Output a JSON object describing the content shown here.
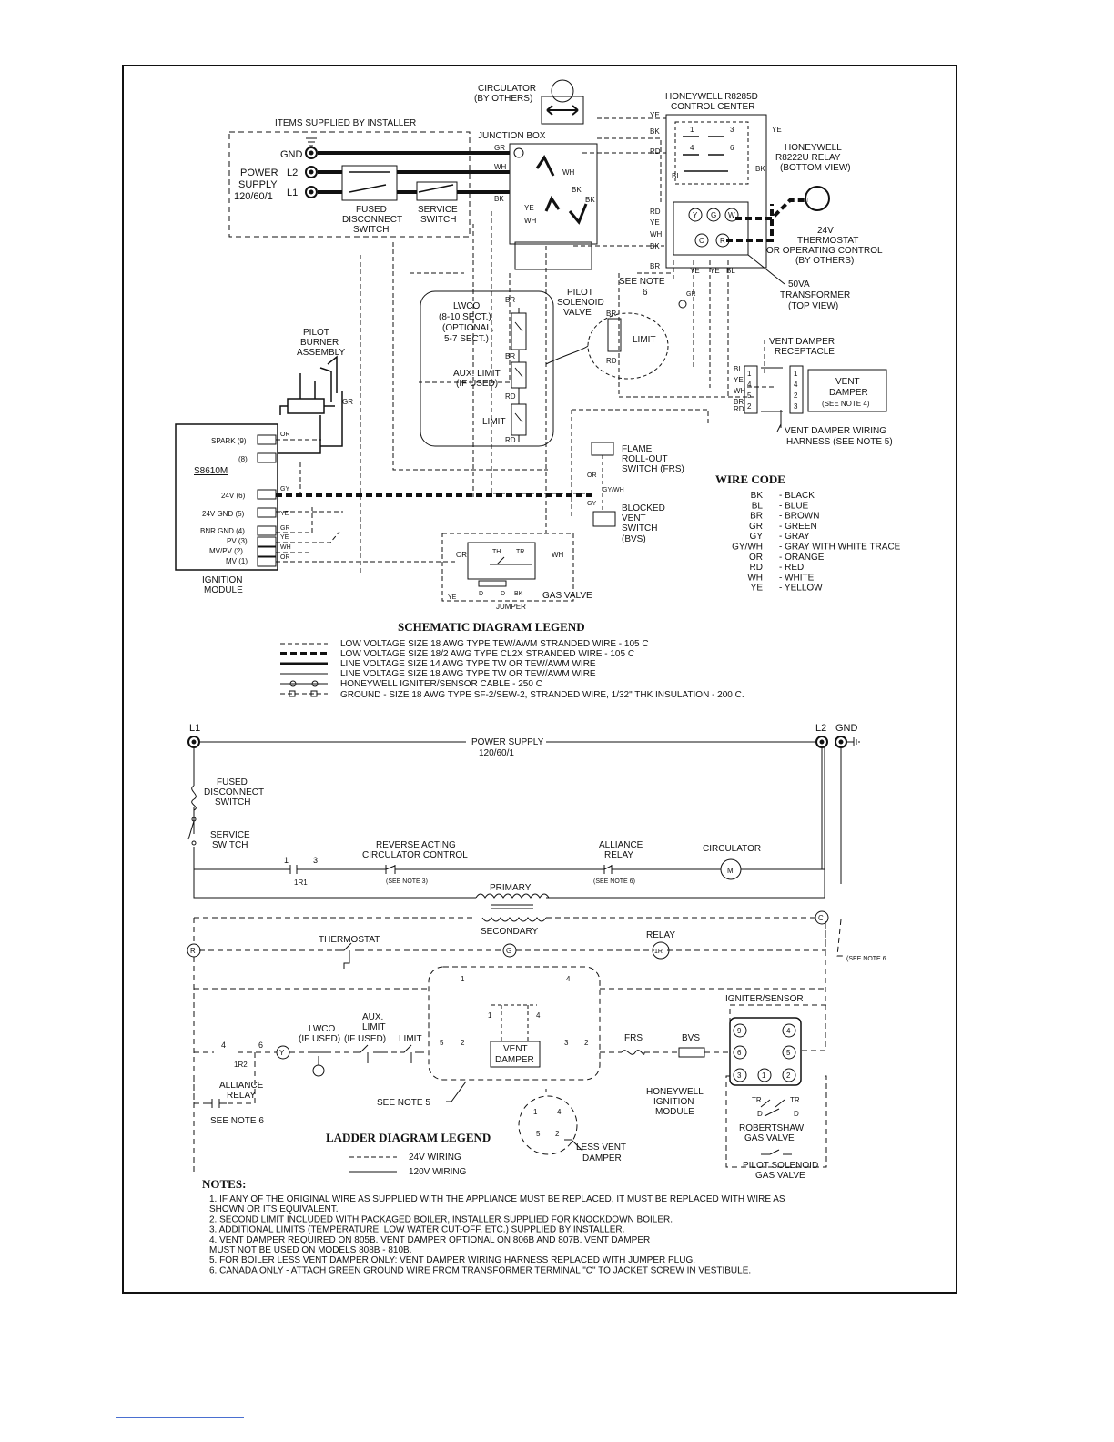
{
  "schematic": {
    "circulator": [
      "CIRCULATOR",
      "(BY OTHERS)"
    ],
    "items_supplied": "ITEMS SUPPLIED BY INSTALLER",
    "junction_box": "JUNCTION BOX",
    "control_center": [
      "HONEYWELL R8285D",
      "CONTROL CENTER"
    ],
    "relay": [
      "HONEYWELL",
      "R8222U RELAY",
      "(BOTTOM VIEW)"
    ],
    "power_supply": [
      "POWER",
      "SUPPLY",
      "120/60/1"
    ],
    "gnd": "GND",
    "l2": "L2",
    "l1": "L1",
    "fused": [
      "FUSED",
      "DISCONNECT",
      "SWITCH"
    ],
    "service": [
      "SERVICE",
      "SWITCH"
    ],
    "thermostat": [
      "24V",
      "THERMOSTAT",
      "OR OPERATING CONTROL",
      "(BY OTHERS)"
    ],
    "transformer": [
      "50VA",
      "TRANSFORMER",
      "(TOP VIEW)"
    ],
    "pilot_valve": [
      "PILOT",
      "SOLENOID",
      "VALVE"
    ],
    "see_note_6": [
      "SEE NOTE",
      "6"
    ],
    "pilot_burner": [
      "PILOT",
      "BURNER",
      "ASSEMBLY"
    ],
    "lwco": [
      "LWCO",
      "(8-10 SECT.)",
      "(OPTIONAL,",
      "5-7 SECT.)"
    ],
    "aux_limit": [
      "AUX. LIMIT",
      "(IF USED)"
    ],
    "limit": "LIMIT",
    "vent_receptacle": [
      "VENT DAMPER",
      "RECEPTACLE"
    ],
    "vent_damper": [
      "VENT",
      "DAMPER",
      "(SEE NOTE 4)"
    ],
    "harness": [
      "VENT DAMPER WIRING",
      "HARNESS (SEE NOTE 5)"
    ],
    "frs": [
      "FLAME",
      "ROLL-OUT",
      "SWITCH (FRS)"
    ],
    "bvs": [
      "BLOCKED",
      "VENT",
      "SWITCH",
      "(BVS)"
    ],
    "module_terminals": [
      "SPARK (9)",
      "(8)",
      "S8610M",
      "24V (6)",
      "24V GND (5)",
      "BNR GND (4)",
      "PV (3)",
      "MV/PV (2)",
      "MV (1)"
    ],
    "ignition_module": [
      "IGNITION",
      "MODULE"
    ],
    "gas_valve": "GAS VALVE",
    "jumper": "JUMPER",
    "wire_code_title": "WIRE CODE",
    "wire_codes": [
      {
        "code": "BK",
        "name": "BLACK"
      },
      {
        "code": "BL",
        "name": "BLUE"
      },
      {
        "code": "BR",
        "name": "BROWN"
      },
      {
        "code": "GR",
        "name": "GREEN"
      },
      {
        "code": "GY",
        "name": "GRAY"
      },
      {
        "code": "GY/WH",
        "name": "GRAY WITH WHITE TRACE"
      },
      {
        "code": "OR",
        "name": "ORANGE"
      },
      {
        "code": "RD",
        "name": "RED"
      },
      {
        "code": "WH",
        "name": "WHITE"
      },
      {
        "code": "YE",
        "name": "YELLOW"
      }
    ],
    "legend_title": "SCHEMATIC DIAGRAM LEGEND",
    "legend": [
      "LOW VOLTAGE SIZE 18 AWG TYPE TEW/AWM STRANDED WIRE - 105 C",
      "LOW VOLTAGE SIZE 18/2 AWG TYPE CL2X STRANDED WIRE - 105 C",
      "LINE VOLTAGE SIZE 14 AWG TYPE TW OR TEW/AWM WIRE",
      "LINE VOLTAGE SIZE 18 AWG TYPE TW OR TEW/AWM WIRE",
      "HONEYWELL IGNITER/SENSOR CABLE - 250 C",
      "GROUND - SIZE 18 AWG TYPE SF-2/SEW-2, STRANDED WIRE, 1/32\" THK INSULATION - 200 C."
    ]
  },
  "ladder": {
    "l1": "L1",
    "l2": "L2",
    "gnd": "GND",
    "power_supply": [
      "POWER SUPPLY",
      "120/60/1"
    ],
    "fused": [
      "FUSED",
      "DISCONNECT",
      "SWITCH"
    ],
    "service": [
      "SERVICE",
      "SWITCH"
    ],
    "reverse": [
      "REVERSE ACTING",
      "CIRCULATOR CONTROL"
    ],
    "see_note_3": "(SEE NOTE 3)",
    "alliance_relay": [
      "ALLIANCE",
      "RELAY"
    ],
    "see_note_6_paren": "(SEE NOTE 6)",
    "circulator": "CIRCULATOR",
    "rung_1r1": "1R1",
    "primary": "PRIMARY",
    "secondary": "SECONDARY",
    "thermostat": "THERMOSTAT",
    "relay": "RELAY",
    "see_note_6_right": "(SEE NOTE 6",
    "igniter_sensor": "IGNITER/SENSOR",
    "lwco": [
      "LWCO",
      "(IF USED)"
    ],
    "aux_limit": [
      "AUX.",
      "LIMIT",
      "(IF USED)"
    ],
    "limit": "LIMIT",
    "vent_damper": [
      "VENT",
      "DAMPER"
    ],
    "frs": "FRS",
    "bvs": "BVS",
    "rung_1r2": "1R2",
    "alliance_lower": [
      "ALLIANCE",
      "RELAY"
    ],
    "see_note_6": "SEE NOTE 6",
    "see_note_5": "SEE NOTE 5",
    "honeywell_module": [
      "HONEYWELL",
      "IGNITION",
      "MODULE"
    ],
    "robertshaw": [
      "ROBERTSHAW",
      "GAS VALVE"
    ],
    "pilot_gas": [
      "PILOT SOLENOID",
      "GAS VALVE"
    ],
    "less_vent": [
      "LESS VENT",
      "DAMPER"
    ],
    "legend_title": "LADDER DIAGRAM LEGEND",
    "legend_24v": "24V WIRING",
    "legend_120v": "120V WIRING"
  },
  "notes": {
    "title": "NOTES:",
    "lines": [
      "1. IF ANY OF THE ORIGINAL WIRE AS SUPPLIED WITH THE APPLIANCE MUST BE REPLACED, IT MUST BE REPLACED WITH WIRE AS",
      "    SHOWN OR ITS EQUIVALENT.",
      "2. SECOND LIMIT INCLUDED WITH PACKAGED BOILER, INSTALLER SUPPLIED FOR KNOCKDOWN BOILER.",
      "3. ADDITIONAL LIMITS (TEMPERATURE, LOW WATER CUT-OFF, ETC.) SUPPLIED BY INSTALLER.",
      "4. VENT DAMPER REQUIRED ON 805B. VENT DAMPER OPTIONAL ON 806B AND 807B. VENT DAMPER",
      "    MUST NOT BE USED ON MODELS 808B - 810B.",
      "5. FOR BOILER LESS VENT DAMPER ONLY: VENT DAMPER WIRING HARNESS REPLACED WITH JUMPER PLUG.",
      "6. CANADA ONLY - ATTACH GREEN GROUND WIRE FROM TRANSFORMER TERMINAL \"C\" TO JACKET SCREW IN VESTIBULE."
    ]
  }
}
